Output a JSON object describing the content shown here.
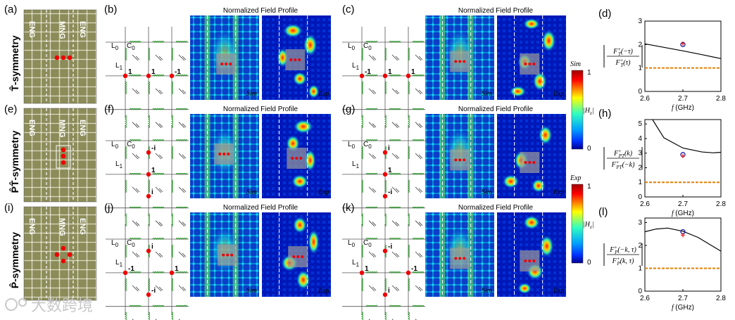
{
  "panel_letters": [
    "(a)",
    "(b)",
    "(c)",
    "(d)",
    "(e)",
    "(f)",
    "(g)",
    "(h)",
    "(i)",
    "(j)",
    "(k)",
    "(l)"
  ],
  "row_titles": [
    "T̂-symmetry",
    "P̂T̂-symmetry",
    "P̂-symmetry"
  ],
  "photo_tags": {
    "eng": "ENG",
    "mng": "MNG"
  },
  "field_title": "Normalized Field Profile",
  "sim_label": "Sim",
  "exp_label": "Exp",
  "circuit_labels": {
    "L0": "L",
    "L0_sub": "0",
    "C0": "C",
    "C0_sub": "0",
    "L1": "L",
    "L1_sub": "1"
  },
  "circuit_values": {
    "b": [
      "1",
      "1",
      "-1"
    ],
    "c": [
      "-1",
      "1",
      "1"
    ],
    "f": [
      "-i",
      "1",
      "i"
    ],
    "g": [
      "i",
      "1",
      "-i"
    ],
    "j": [
      "i",
      "-1",
      "1",
      "-i"
    ],
    "k": [
      "-i",
      "1",
      "-1",
      "i"
    ]
  },
  "colorbar": {
    "top_title": "Sim",
    "bottom_title": "Exp",
    "max": "1",
    "min": "0",
    "quantity": "|H",
    "quantity_sub": "z",
    "quantity_end": "|"
  },
  "ratio_labels": {
    "d": {
      "num": "F",
      "num_sup": "+",
      "num_sub": "T",
      "num_arg": "(−τ)",
      "den": "F",
      "den_sup": "+",
      "den_sub": "T",
      "den_arg": "(τ)"
    },
    "h": {
      "num": "F",
      "num_sup": "+",
      "num_sub": "PT",
      "num_arg": "(k)",
      "den": "F",
      "den_sup": "+",
      "den_sub": "PT",
      "den_arg": "(−k)"
    },
    "l": {
      "num": "F",
      "num_sup": "+",
      "num_sub": "P",
      "num_arg": "(−k, τ)",
      "den": "F",
      "den_sup": "+",
      "den_sub": "P",
      "den_arg": "(k, τ)"
    }
  },
  "watermark": "大数跨境",
  "chart_data": [
    {
      "type": "line",
      "panel": "(d)",
      "xlabel": "f (GHz)",
      "xlim": [
        2.6,
        2.8
      ],
      "ylim": [
        0,
        3
      ],
      "xticks": [
        "2.6",
        "2.7",
        "2.8"
      ],
      "yticks": [
        "0",
        "1",
        "2",
        "3"
      ],
      "series": [
        {
          "x": [
            2.6,
            2.65,
            2.7,
            2.75,
            2.8
          ],
          "values": [
            2.03,
            1.88,
            1.73,
            1.57,
            1.4
          ]
        },
        {
          "x": [
            2.6,
            2.8
          ],
          "values": [
            1,
            1
          ]
        }
      ],
      "markers": {
        "circle": [
          2.7,
          2.0
        ],
        "plus": [
          2.7,
          2.04
        ]
      },
      "colors": {
        "curve": "#000000",
        "baseline": "#e67e00",
        "circle": "#1a1aa0",
        "plus": "#e0201e"
      }
    },
    {
      "type": "line",
      "panel": "(h)",
      "xlabel": "f (GHz)",
      "xlim": [
        2.6,
        2.8
      ],
      "ylim": [
        0,
        5.3
      ],
      "xticks": [
        "2.6",
        "2.7",
        "2.8"
      ],
      "yticks": [
        "0",
        "1",
        "2",
        "3",
        "4",
        "5"
      ],
      "series": [
        {
          "x": [
            2.62,
            2.65,
            2.7,
            2.75,
            2.78,
            2.8
          ],
          "values": [
            5.3,
            4.05,
            3.35,
            3.08,
            3.02,
            3.06
          ]
        },
        {
          "x": [
            2.6,
            2.8
          ],
          "values": [
            1,
            1
          ]
        }
      ],
      "markers": {
        "circle": [
          2.7,
          2.9
        ],
        "plus": [
          2.7,
          2.8
        ]
      },
      "colors": {
        "curve": "#000000",
        "baseline": "#e67e00",
        "circle": "#1a1aa0",
        "plus": "#e0201e"
      }
    },
    {
      "type": "line",
      "panel": "(l)",
      "xlabel": "f (GHz)",
      "xlim": [
        2.6,
        2.8
      ],
      "ylim": [
        0,
        3.2
      ],
      "xticks": [
        "2.6",
        "2.7",
        "2.8"
      ],
      "yticks": [
        "0",
        "1",
        "2",
        "3"
      ],
      "series": [
        {
          "x": [
            2.6,
            2.63,
            2.66,
            2.7,
            2.74,
            2.77,
            2.8
          ],
          "values": [
            2.6,
            2.72,
            2.76,
            2.62,
            2.35,
            2.05,
            1.75
          ]
        },
        {
          "x": [
            2.6,
            2.8
          ],
          "values": [
            1,
            1
          ]
        }
      ],
      "markers": {
        "circle": [
          2.7,
          2.6
        ],
        "plus": [
          2.7,
          2.45
        ]
      },
      "colors": {
        "curve": "#000000",
        "baseline": "#e67e00",
        "circle": "#1a1aa0",
        "plus": "#e0201e"
      }
    }
  ]
}
